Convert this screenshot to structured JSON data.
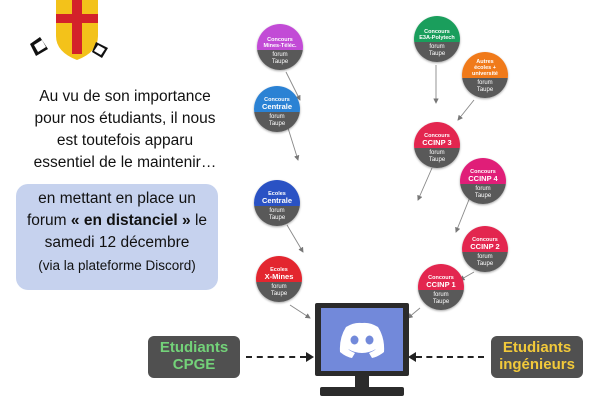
{
  "intro_text": [
    "Au vu de son importance",
    "pour nos étudiants, il nous",
    "est toutefois apparu",
    "essentiel de le maintenir…"
  ],
  "event": {
    "line1": "en mettant en place un",
    "line2_pre": "forum ",
    "line2_bold": "« en distanciel »",
    "line2_post": " le",
    "line3": "samedi 12 décembre",
    "line4": "(via la plateforme Discord)"
  },
  "bubbles": [
    {
      "kind": "Concours",
      "name": "Mines-Téléc.",
      "forum": "forum",
      "taupe": "Taupe",
      "color": "#c24bd6",
      "small": true
    },
    {
      "kind": "Concours",
      "name": "Centrale",
      "forum": "forum",
      "taupe": "Taupe",
      "color": "#2b82d4",
      "small": false
    },
    {
      "kind": "Ecoles",
      "name": "Centrale",
      "forum": "forum",
      "taupe": "Taupe",
      "color": "#2a52c4",
      "small": false
    },
    {
      "kind": "Ecoles",
      "name": "X-Mines",
      "forum": "forum",
      "taupe": "Taupe",
      "color": "#e3262f",
      "small": false
    },
    {
      "kind": "Concours",
      "name": "E3A-Polytech",
      "forum": "forum",
      "taupe": "Taupe",
      "color": "#1a9e5c",
      "small": true
    },
    {
      "kind": "Autres",
      "name": "écoles + université",
      "forum": "forum",
      "taupe": "Taupe",
      "color": "#f07a1a",
      "small": true
    },
    {
      "kind": "Concours",
      "name": "CCINP 3",
      "forum": "forum",
      "taupe": "Taupe",
      "color": "#e3264f",
      "small": false
    },
    {
      "kind": "Concours",
      "name": "CCINP 4",
      "forum": "forum",
      "taupe": "Taupe",
      "color": "#e01e78",
      "small": false
    },
    {
      "kind": "Concours",
      "name": "CCINP 2",
      "forum": "forum",
      "taupe": "Taupe",
      "color": "#e3264f",
      "small": false
    },
    {
      "kind": "Concours",
      "name": "CCINP 1",
      "forum": "forum",
      "taupe": "Taupe",
      "color": "#e3264f",
      "small": false
    }
  ],
  "students_cpge": [
    "Etudiants",
    "CPGE"
  ],
  "students_inge": [
    "Etudiants",
    "ingénieurs"
  ],
  "colors": {
    "discord": "#7289da",
    "event_box": "#c6d2ee",
    "cpge_text": "#73d279",
    "inge_text": "#f2c93a"
  },
  "icons": {
    "logo": "shield-logo-icon",
    "discord": "discord-logo-icon"
  }
}
